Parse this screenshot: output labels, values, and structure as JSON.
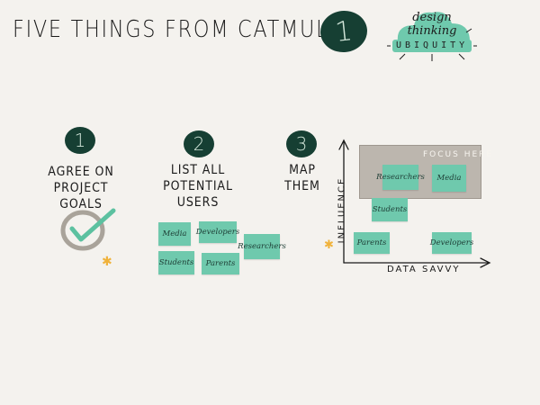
{
  "title": "Five things from Catmule",
  "title_number": "1",
  "logo": {
    "line1": "design",
    "line2": "thinking",
    "line3": "UBIQUITY",
    "accent": "#6fc9ad"
  },
  "steps": [
    {
      "number": "1",
      "label_line1": "Agree on",
      "label_line2": "project",
      "label_line3": "goals"
    },
    {
      "number": "2",
      "label_line1": "List all",
      "label_line2": "potential",
      "label_line3": "users"
    },
    {
      "number": "3",
      "label_line1": "Map",
      "label_line2": "them",
      "label_line3": ""
    }
  ],
  "user_list": [
    "Media",
    "Developers",
    "Researchers",
    "Students",
    "Parents"
  ],
  "map": {
    "focus_label": "Focus here",
    "x_axis_label": "Data savvy",
    "y_axis_label": "Influence",
    "notes": [
      "Researchers",
      "Media",
      "Students",
      "Parents",
      "Developers"
    ]
  },
  "colors": {
    "sticky": "#6fc9ad",
    "badge": "#163f33",
    "star": "#f0b23a",
    "check": "#5cc1a0"
  }
}
